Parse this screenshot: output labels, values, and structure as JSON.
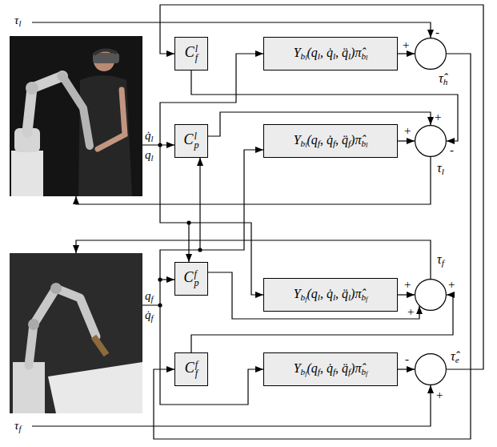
{
  "diagram": {
    "nodes": [
      {
        "text": [
          "Cfl"
        ]
      },
      {
        "text": [
          "Ybl(ql, q̇l, q̈l)π̂bl"
        ]
      },
      {
        "text": [
          "τ̂h"
        ]
      },
      {
        "text": [
          "Cpl"
        ]
      },
      {
        "text": [
          "Ybl(qf, q̇f, q̈f)π̂bl"
        ]
      },
      {
        "text": [
          "τl"
        ]
      },
      {
        "text": [
          "Cpf"
        ]
      },
      {
        "text": [
          "Ybf(ql, q̇l, q̈l)π̂bf"
        ]
      },
      {
        "text": [
          "τf"
        ]
      },
      {
        "text": [
          "Cff"
        ]
      },
      {
        "text": [
          "Ybf(qf, q̇f, q̈f)π̂bf"
        ]
      },
      {
        "text": [
          "τ̂e"
        ]
      }
    ],
    "edges": [
      {
        "from": 1,
        "to": 2,
        "arrow": "to"
      },
      {
        "from": 4,
        "to": 5,
        "arrow": "to"
      },
      {
        "from": 3,
        "to": 5,
        "arrow": "to"
      },
      {
        "from": 0,
        "to": 5,
        "arrow": "to"
      },
      {
        "from": 7,
        "to": 8,
        "arrow": "to"
      },
      {
        "from": 6,
        "to": 8,
        "arrow": "to"
      },
      {
        "from": 9,
        "to": 8,
        "arrow": "to"
      },
      {
        "from": 10,
        "to": 11,
        "arrow": "to"
      },
      {
        "from": 2,
        "to": 9,
        "arrow": "to"
      },
      {
        "from": 11,
        "to": 0,
        "arrow": "to"
      }
    ],
    "labels": [
      "τl",
      "q̇l",
      "ql",
      "qf",
      "q̇f",
      "τf",
      "+",
      "-",
      "+",
      "+",
      "-",
      "+",
      "+",
      "+",
      "-",
      "+"
    ]
  }
}
